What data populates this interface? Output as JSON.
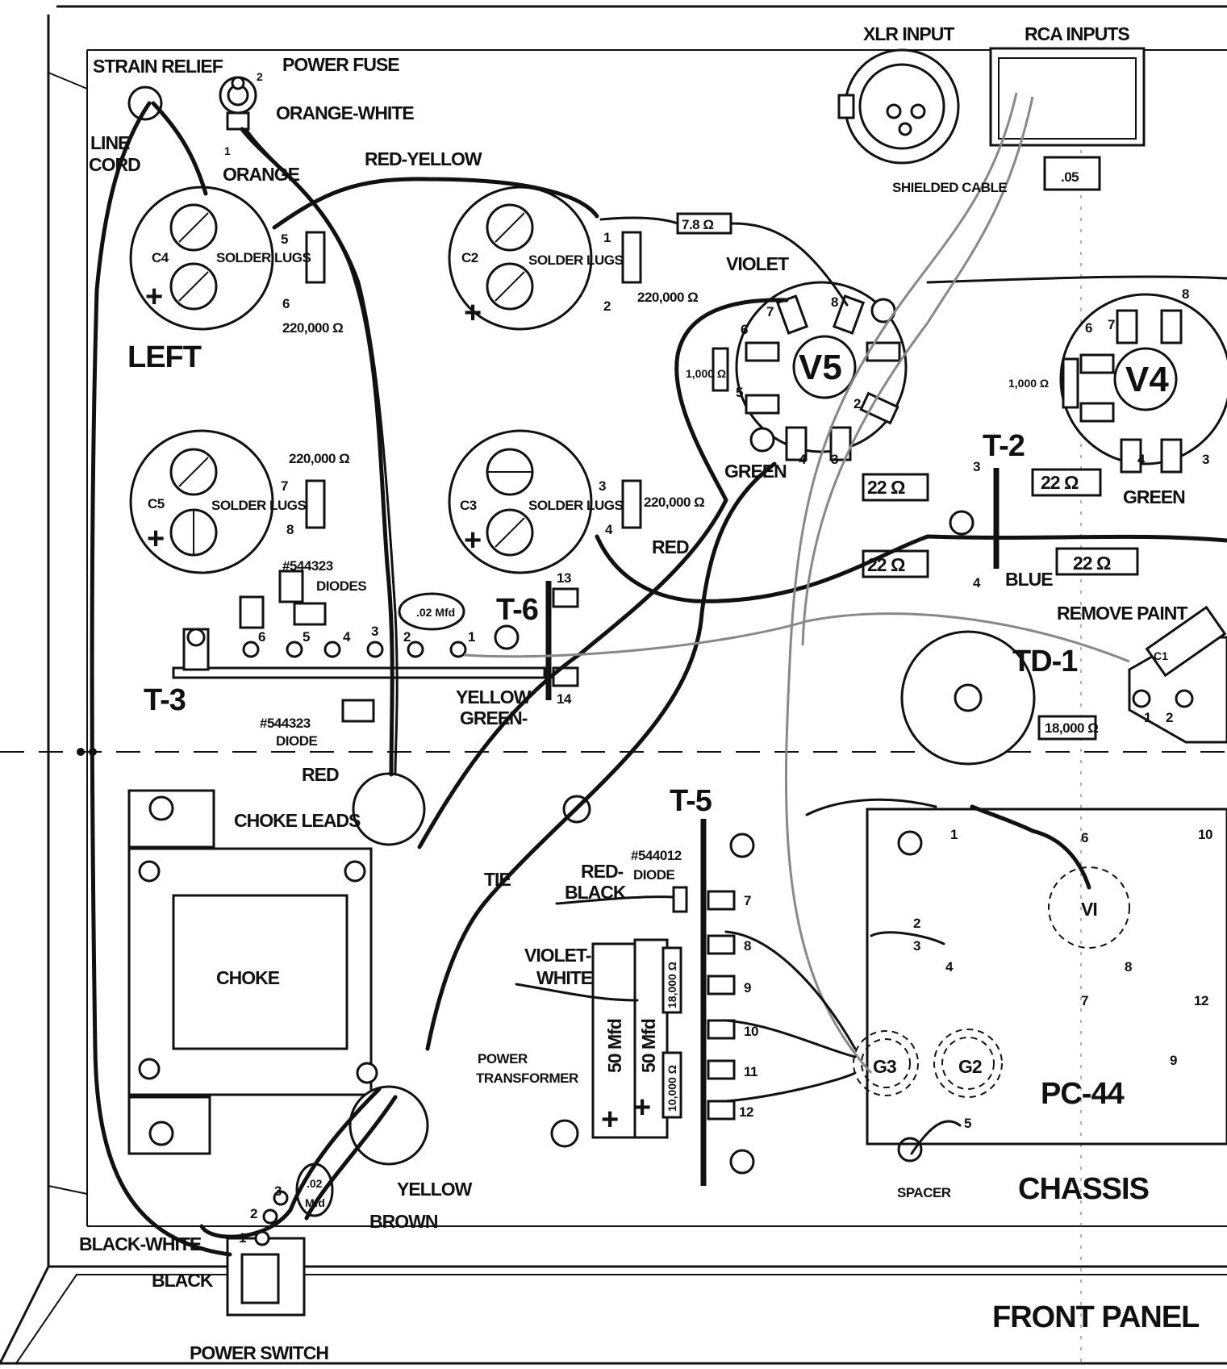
{
  "labels": {
    "strain_relief": "STRAIN RELIEF",
    "power_fuse": "POWER FUSE",
    "line_cord": "LINE",
    "line_cord2": "CORD",
    "orange_white": "ORANGE-WHITE",
    "orange": "ORANGE",
    "red_yellow": "RED-YELLOW",
    "xlr_input": "XLR INPUT",
    "rca_inputs": "RCA INPUTS",
    "shielded_cable": "SHIELDED CABLE",
    "cap_05": ".05",
    "r_7_8": "7.8 Ω",
    "violet": "VIOLET",
    "c4": "C4",
    "c2": "C2",
    "c5": "C5",
    "c3": "C3",
    "solder_lugs": "SOLDER LUGS",
    "r_220k": "220,000 Ω",
    "left": "LEFT",
    "v5": "V5",
    "v4": "V4",
    "r_1000": "1,000 Ω",
    "green": "GREEN",
    "t2": "T-2",
    "r_22": "22 Ω",
    "red": "RED",
    "blue": "BLUE",
    "remove_paint": "REMOVE PAINT",
    "diodes_part": "#544323",
    "diodes": "DIODES",
    "diode": "DIODE",
    "cap_02": ".02 Mfd",
    "t6": "T-6",
    "t3": "T-3",
    "yellow": "YELLOW",
    "green_dash": "GREEN-",
    "td1": "TD-1",
    "c1": "C1",
    "r_18k": "18,000 Ω",
    "choke_leads": "CHOKE LEADS",
    "t5": "T-5",
    "diode_544012": "#544012",
    "tie": "TIE",
    "red_black": "RED-",
    "red_black2": "BLACK",
    "choke": "CHOKE",
    "violet_white": "VIOLET-",
    "violet_white2": "WHITE",
    "r_18k_v": "18,000 Ω",
    "r_10k_v": "10,000 Ω",
    "cap_50": "50 Mfd",
    "power_transformer": "POWER",
    "power_transformer2": "TRANSFORMER",
    "g3": "G3",
    "g2": "G2",
    "pc44": "PC-44",
    "v1": "VI",
    "spacer": "SPACER",
    "chassis": "CHASSIS",
    "cap_02_2": ".02",
    "cap_02_3": "Mfd",
    "brown": "BROWN",
    "black_white": "BLACK-WHITE",
    "black": "BLACK",
    "power_switch": "POWER SWITCH",
    "front_panel": "FRONT PANEL"
  }
}
